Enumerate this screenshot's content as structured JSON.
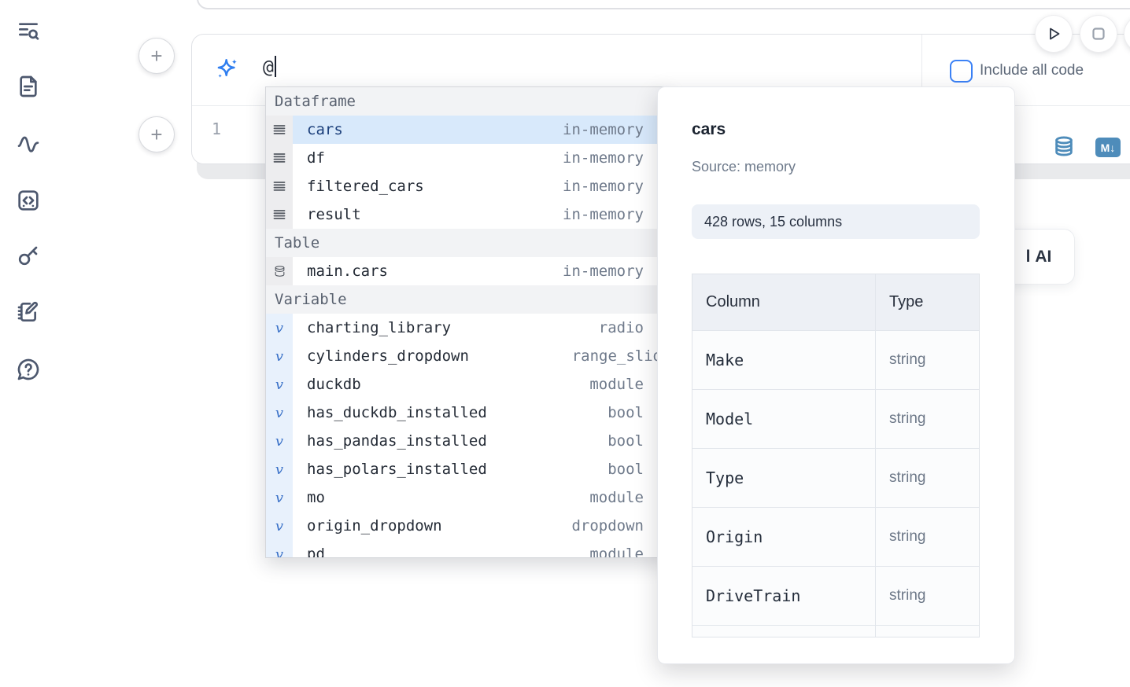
{
  "sidebar": {
    "icons": [
      "notebook-search-icon",
      "document-icon",
      "activity-icon",
      "code-snippets-icon",
      "key-icon",
      "scratchpad-icon",
      "help-chat-icon"
    ]
  },
  "toolbar": {
    "include_all_code": {
      "label": "Include all code",
      "checked": false
    }
  },
  "cell": {
    "ai_prompt": {
      "value": "@"
    },
    "line_number": "1",
    "status_icons": [
      "database-icon",
      "markdown-icon"
    ],
    "markdown_badge": "M↓"
  },
  "ai_button": {
    "clipped_prefix": "l",
    "label": "AI"
  },
  "autocomplete": {
    "sections": [
      {
        "label": "Dataframe",
        "items": [
          {
            "name": "cars",
            "type": "in-memory",
            "selected": true
          },
          {
            "name": "df",
            "type": "in-memory"
          },
          {
            "name": "filtered_cars",
            "type": "in-memory"
          },
          {
            "name": "result",
            "type": "in-memory"
          }
        ]
      },
      {
        "label": "Table",
        "items": [
          {
            "name": "main.cars",
            "type": "in-memory"
          }
        ]
      },
      {
        "label": "Variable",
        "items": [
          {
            "name": "charting_library",
            "type": "radio"
          },
          {
            "name": "cylinders_dropdown",
            "type": "range_slider"
          },
          {
            "name": "duckdb",
            "type": "module"
          },
          {
            "name": "has_duckdb_installed",
            "type": "bool"
          },
          {
            "name": "has_pandas_installed",
            "type": "bool"
          },
          {
            "name": "has_polars_installed",
            "type": "bool"
          },
          {
            "name": "mo",
            "type": "module"
          },
          {
            "name": "origin_dropdown",
            "type": "dropdown"
          },
          {
            "name": "pd",
            "type": "module"
          }
        ]
      }
    ]
  },
  "preview": {
    "title": "cars",
    "source": "Source: memory",
    "shape": "428 rows, 15 columns",
    "table": {
      "headers": [
        "Column",
        "Type"
      ],
      "rows": [
        [
          "Make",
          "string"
        ],
        [
          "Model",
          "string"
        ],
        [
          "Type",
          "string"
        ],
        [
          "Origin",
          "string"
        ],
        [
          "DriveTrain",
          "string"
        ]
      ]
    }
  },
  "colors": {
    "accent_blue": "#3c82f6",
    "icon_steel_blue": "#4e8cba",
    "selection_bg": "#d8e9fb",
    "sidebar_icon": "#4d586e"
  }
}
